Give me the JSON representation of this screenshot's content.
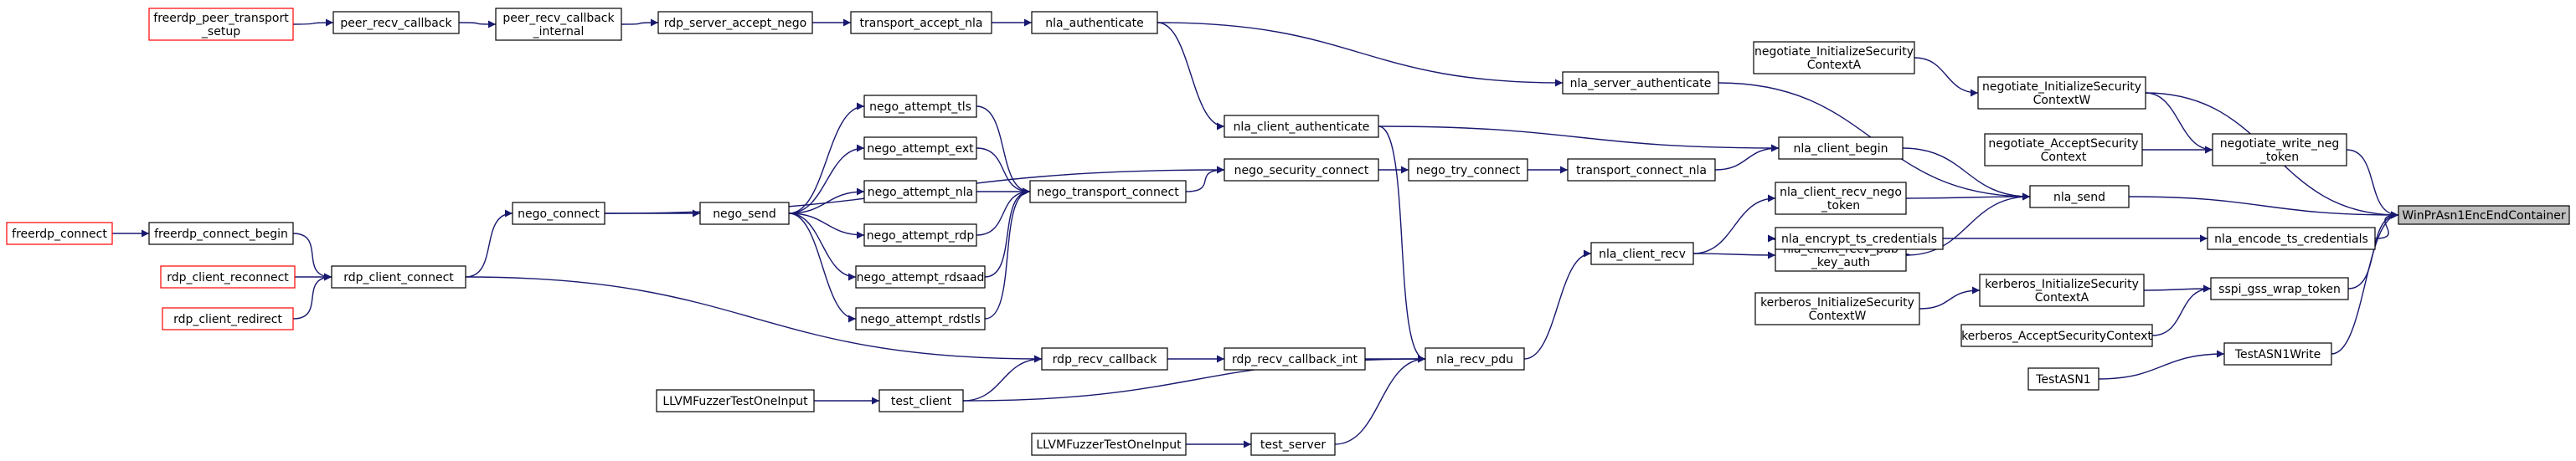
{
  "diagram": {
    "colors": {
      "edge": "#191970",
      "node_border": "#000000",
      "external_border": "#ff0000",
      "target_fill": "#bfbfbf",
      "background": "#ffffff"
    },
    "nodes": [
      {
        "id": "winpr",
        "lines": [
          "WinPrAsn1EncEndContainer"
        ],
        "style": "target"
      },
      {
        "id": "freerdp_peer_transport_setup",
        "lines": [
          "freerdp_peer_transport",
          "_setup"
        ],
        "style": "external"
      },
      {
        "id": "peer_recv_callback",
        "lines": [
          "peer_recv_callback"
        ],
        "style": "normal"
      },
      {
        "id": "peer_recv_callback_internal",
        "lines": [
          "peer_recv_callback",
          "_internal"
        ],
        "style": "normal"
      },
      {
        "id": "rdp_server_accept_nego",
        "lines": [
          "rdp_server_accept_nego"
        ],
        "style": "normal"
      },
      {
        "id": "transport_accept_nla",
        "lines": [
          "transport_accept_nla"
        ],
        "style": "normal"
      },
      {
        "id": "nla_authenticate",
        "lines": [
          "nla_authenticate"
        ],
        "style": "normal"
      },
      {
        "id": "nla_server_authenticate",
        "lines": [
          "nla_server_authenticate"
        ],
        "style": "normal"
      },
      {
        "id": "negotiate_InitializeSecurityContextA",
        "lines": [
          "negotiate_InitializeSecurity",
          "ContextA"
        ],
        "style": "normal"
      },
      {
        "id": "negotiate_InitializeSecurityContextW",
        "lines": [
          "negotiate_InitializeSecurity",
          "ContextW"
        ],
        "style": "normal"
      },
      {
        "id": "negotiate_AcceptSecurityContext",
        "lines": [
          "negotiate_AcceptSecurity",
          "Context"
        ],
        "style": "normal"
      },
      {
        "id": "negotiate_write_neg_token",
        "lines": [
          "negotiate_write_neg",
          "_token"
        ],
        "style": "normal"
      },
      {
        "id": "nla_client_authenticate",
        "lines": [
          "nla_client_authenticate"
        ],
        "style": "normal"
      },
      {
        "id": "nla_client_begin",
        "lines": [
          "nla_client_begin"
        ],
        "style": "normal"
      },
      {
        "id": "nla_send",
        "lines": [
          "nla_send"
        ],
        "style": "normal"
      },
      {
        "id": "nego_attempt_tls",
        "lines": [
          "nego_attempt_tls"
        ],
        "style": "normal"
      },
      {
        "id": "nego_attempt_ext",
        "lines": [
          "nego_attempt_ext"
        ],
        "style": "normal"
      },
      {
        "id": "nego_attempt_nla",
        "lines": [
          "nego_attempt_nla"
        ],
        "style": "normal"
      },
      {
        "id": "nego_attempt_rdp",
        "lines": [
          "nego_attempt_rdp"
        ],
        "style": "normal"
      },
      {
        "id": "nego_attempt_rdsaad",
        "lines": [
          "nego_attempt_rdsaad"
        ],
        "style": "normal"
      },
      {
        "id": "nego_attempt_rdstls",
        "lines": [
          "nego_attempt_rdstls"
        ],
        "style": "normal"
      },
      {
        "id": "nego_transport_connect",
        "lines": [
          "nego_transport_connect"
        ],
        "style": "normal"
      },
      {
        "id": "nego_security_connect",
        "lines": [
          "nego_security_connect"
        ],
        "style": "normal"
      },
      {
        "id": "nego_try_connect",
        "lines": [
          "nego_try_connect"
        ],
        "style": "normal"
      },
      {
        "id": "transport_connect_nla",
        "lines": [
          "transport_connect_nla"
        ],
        "style": "normal"
      },
      {
        "id": "nego_connect",
        "lines": [
          "nego_connect"
        ],
        "style": "normal"
      },
      {
        "id": "nego_send",
        "lines": [
          "nego_send"
        ],
        "style": "normal"
      },
      {
        "id": "freerdp_connect",
        "lines": [
          "freerdp_connect"
        ],
        "style": "external"
      },
      {
        "id": "freerdp_connect_begin",
        "lines": [
          "freerdp_connect_begin"
        ],
        "style": "normal"
      },
      {
        "id": "rdp_client_reconnect",
        "lines": [
          "rdp_client_reconnect"
        ],
        "style": "external"
      },
      {
        "id": "rdp_client_redirect",
        "lines": [
          "rdp_client_redirect"
        ],
        "style": "external"
      },
      {
        "id": "rdp_client_connect",
        "lines": [
          "rdp_client_connect"
        ],
        "style": "normal"
      },
      {
        "id": "nla_client_recv_nego_token",
        "lines": [
          "nla_client_recv_nego",
          "_token"
        ],
        "style": "normal"
      },
      {
        "id": "nla_client_recv",
        "lines": [
          "nla_client_recv"
        ],
        "style": "normal"
      },
      {
        "id": "nla_client_recv_pub_key_auth",
        "lines": [
          "nla_client_recv_pub",
          "_key_auth"
        ],
        "style": "normal"
      },
      {
        "id": "nla_encrypt_ts_credentials",
        "lines": [
          "nla_encrypt_ts_credentials"
        ],
        "style": "normal"
      },
      {
        "id": "nla_encode_ts_credentials",
        "lines": [
          "nla_encode_ts_credentials"
        ],
        "style": "normal"
      },
      {
        "id": "kerberos_InitializeSecurityContextW",
        "lines": [
          "kerberos_InitializeSecurity",
          "ContextW"
        ],
        "style": "normal"
      },
      {
        "id": "kerberos_InitializeSecurityContextA",
        "lines": [
          "kerberos_InitializeSecurity",
          "ContextA"
        ],
        "style": "normal"
      },
      {
        "id": "sspi_gss_wrap_token",
        "lines": [
          "sspi_gss_wrap_token"
        ],
        "style": "normal"
      },
      {
        "id": "kerberos_AcceptSecurityContext",
        "lines": [
          "kerberos_AcceptSecurityContext"
        ],
        "style": "normal"
      },
      {
        "id": "TestASN1Write",
        "lines": [
          "TestASN1Write"
        ],
        "style": "normal"
      },
      {
        "id": "TestASN1",
        "lines": [
          "TestASN1"
        ],
        "style": "normal"
      },
      {
        "id": "rdp_recv_callback",
        "lines": [
          "rdp_recv_callback"
        ],
        "style": "normal"
      },
      {
        "id": "rdp_recv_callback_int",
        "lines": [
          "rdp_recv_callback_int"
        ],
        "style": "normal"
      },
      {
        "id": "nla_recv_pdu",
        "lines": [
          "nla_recv_pdu"
        ],
        "style": "normal"
      },
      {
        "id": "LLVMFuzzerTestOneInput_1",
        "lines": [
          "LLVMFuzzerTestOneInput"
        ],
        "style": "normal"
      },
      {
        "id": "test_client",
        "lines": [
          "test_client"
        ],
        "style": "normal"
      },
      {
        "id": "LLVMFuzzerTestOneInput_2",
        "lines": [
          "LLVMFuzzerTestOneInput"
        ],
        "style": "normal"
      },
      {
        "id": "test_server",
        "lines": [
          "test_server"
        ],
        "style": "normal"
      }
    ],
    "edges": [
      {
        "from": "freerdp_peer_transport_setup",
        "to": "peer_recv_callback"
      },
      {
        "from": "peer_recv_callback",
        "to": "peer_recv_callback_internal"
      },
      {
        "from": "peer_recv_callback_internal",
        "to": "rdp_server_accept_nego"
      },
      {
        "from": "rdp_server_accept_nego",
        "to": "transport_accept_nla"
      },
      {
        "from": "transport_accept_nla",
        "to": "nla_authenticate"
      },
      {
        "from": "nla_authenticate",
        "to": "nla_server_authenticate"
      },
      {
        "from": "nla_authenticate",
        "to": "nla_client_authenticate"
      },
      {
        "from": "nla_server_authenticate",
        "to": "nla_send"
      },
      {
        "from": "negotiate_InitializeSecurityContextA",
        "to": "negotiate_InitializeSecurityContextW"
      },
      {
        "from": "negotiate_InitializeSecurityContextW",
        "to": "negotiate_write_neg_token"
      },
      {
        "from": "negotiate_AcceptSecurityContext",
        "to": "negotiate_write_neg_token"
      },
      {
        "from": "negotiate_InitializeSecurityContextW",
        "to": "winpr"
      },
      {
        "from": "negotiate_write_neg_token",
        "to": "winpr"
      },
      {
        "from": "nla_client_authenticate",
        "to": "nla_client_begin"
      },
      {
        "from": "nla_client_begin",
        "to": "nla_send"
      },
      {
        "from": "transport_connect_nla",
        "to": "nla_client_begin"
      },
      {
        "from": "nla_send",
        "to": "winpr"
      },
      {
        "from": "nego_attempt_tls",
        "to": "nego_transport_connect"
      },
      {
        "from": "nego_attempt_ext",
        "to": "nego_transport_connect"
      },
      {
        "from": "nego_attempt_nla",
        "to": "nego_transport_connect"
      },
      {
        "from": "nego_attempt_rdp",
        "to": "nego_transport_connect"
      },
      {
        "from": "nego_attempt_rdsaad",
        "to": "nego_transport_connect"
      },
      {
        "from": "nego_attempt_rdstls",
        "to": "nego_transport_connect"
      },
      {
        "from": "nego_transport_connect",
        "to": "nego_security_connect"
      },
      {
        "from": "nego_security_connect",
        "to": "nego_try_connect"
      },
      {
        "from": "nego_try_connect",
        "to": "transport_connect_nla"
      },
      {
        "from": "nego_connect",
        "to": "nego_send"
      },
      {
        "from": "nego_connect",
        "to": "nego_security_connect"
      },
      {
        "from": "nego_send",
        "to": "nego_attempt_tls"
      },
      {
        "from": "nego_send",
        "to": "nego_attempt_ext"
      },
      {
        "from": "nego_send",
        "to": "nego_attempt_nla"
      },
      {
        "from": "nego_send",
        "to": "nego_attempt_rdp"
      },
      {
        "from": "nego_send",
        "to": "nego_attempt_rdsaad"
      },
      {
        "from": "nego_send",
        "to": "nego_attempt_rdstls"
      },
      {
        "from": "freerdp_connect",
        "to": "freerdp_connect_begin"
      },
      {
        "from": "freerdp_connect_begin",
        "to": "rdp_client_connect"
      },
      {
        "from": "rdp_client_reconnect",
        "to": "rdp_client_connect"
      },
      {
        "from": "rdp_client_redirect",
        "to": "rdp_client_connect"
      },
      {
        "from": "rdp_client_connect",
        "to": "nego_connect"
      },
      {
        "from": "rdp_client_connect",
        "to": "rdp_recv_callback"
      },
      {
        "from": "nla_client_recv",
        "to": "nla_client_recv_nego_token"
      },
      {
        "from": "nla_client_recv",
        "to": "nla_client_recv_pub_key_auth"
      },
      {
        "from": "nla_client_recv_nego_token",
        "to": "nla_send"
      },
      {
        "from": "nla_client_recv_pub_key_auth",
        "to": "nla_send"
      },
      {
        "from": "nla_client_recv_pub_key_auth",
        "to": "nla_encrypt_ts_credentials"
      },
      {
        "from": "nla_encrypt_ts_credentials",
        "to": "nla_encode_ts_credentials"
      },
      {
        "from": "nla_encode_ts_credentials",
        "to": "winpr"
      },
      {
        "from": "kerberos_InitializeSecurityContextW",
        "to": "kerberos_InitializeSecurityContextA"
      },
      {
        "from": "kerberos_InitializeSecurityContextA",
        "to": "sspi_gss_wrap_token"
      },
      {
        "from": "kerberos_AcceptSecurityContext",
        "to": "sspi_gss_wrap_token"
      },
      {
        "from": "sspi_gss_wrap_token",
        "to": "winpr"
      },
      {
        "from": "TestASN1",
        "to": "TestASN1Write"
      },
      {
        "from": "TestASN1Write",
        "to": "winpr"
      },
      {
        "from": "rdp_recv_callback",
        "to": "rdp_recv_callback_int"
      },
      {
        "from": "rdp_recv_callback_int",
        "to": "nla_recv_pdu"
      },
      {
        "from": "nla_recv_pdu",
        "to": "nla_client_recv"
      },
      {
        "from": "nla_client_authenticate",
        "to": "nla_recv_pdu"
      },
      {
        "from": "LLVMFuzzerTestOneInput_1",
        "to": "test_client"
      },
      {
        "from": "test_client",
        "to": "rdp_recv_callback"
      },
      {
        "from": "test_client",
        "to": "nla_recv_pdu"
      },
      {
        "from": "LLVMFuzzerTestOneInput_2",
        "to": "test_server"
      },
      {
        "from": "test_server",
        "to": "nla_recv_pdu"
      }
    ]
  }
}
